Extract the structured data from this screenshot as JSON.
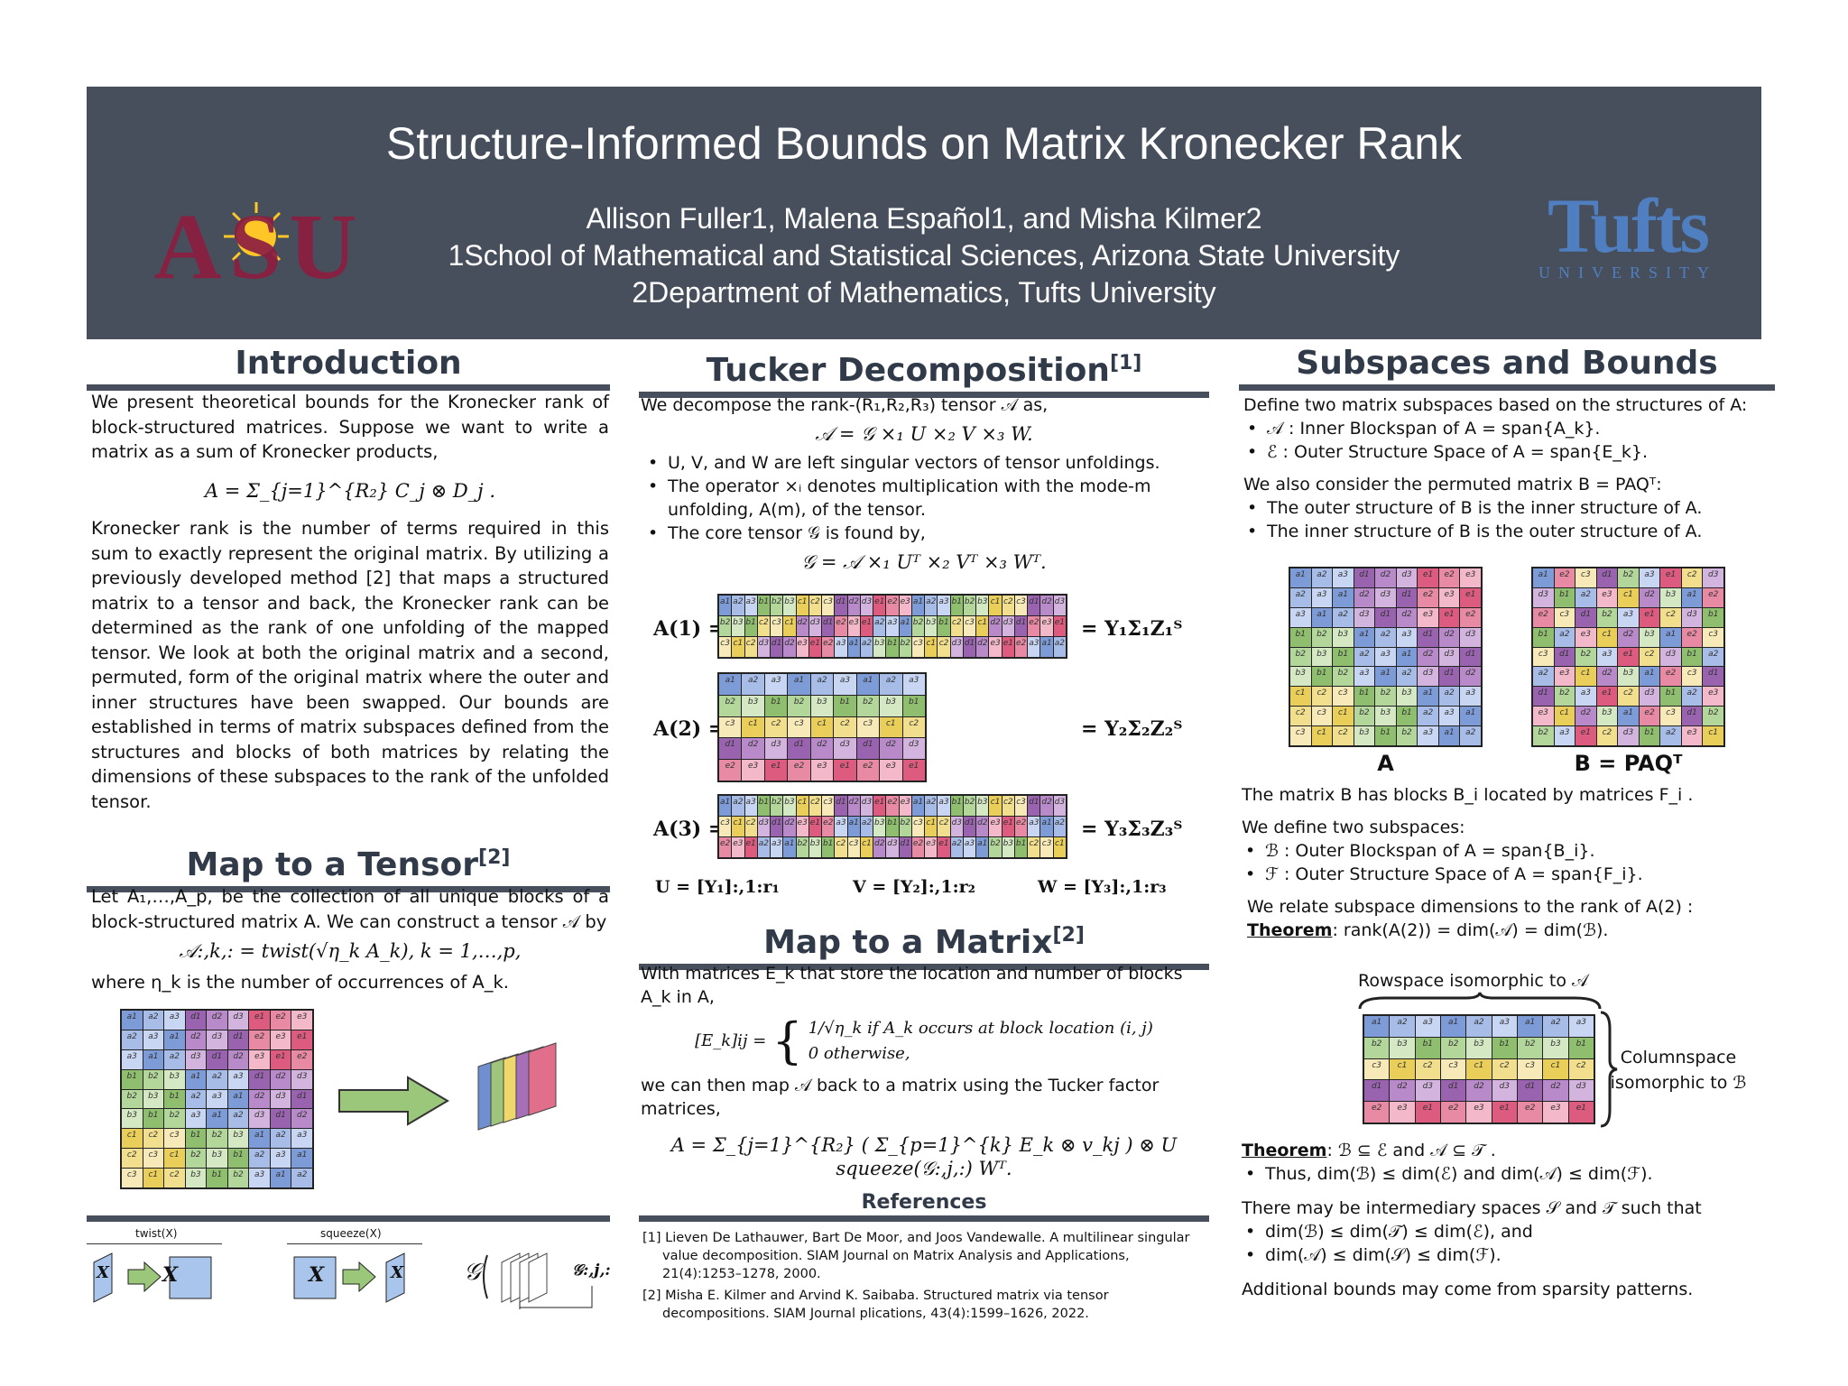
{
  "header": {
    "title": "Structure-Informed Bounds on Matrix Kronecker Rank",
    "authors": "Allison Fuller1, Malena Español1, and Misha Kilmer2",
    "affil1": "1School of Mathematical and Statistical Sciences, Arizona State University",
    "affil2": "2Department of Mathematics, Tufts University",
    "asu_logo_text": "ASU",
    "tufts_logo_text": "Tufts",
    "tufts_sub": "UNIVERSITY"
  },
  "introduction": {
    "heading": "Introduction",
    "p1": "We present theoretical bounds for the Kronecker rank of block-structured matrices. Suppose we want to write a matrix as a sum of Kronecker products,",
    "eq": "A = Σ_{j=1}^{R₂} C_j ⊗ D_j .",
    "p2": "Kronecker rank is the number of terms required in this sum to exactly represent the original matrix. By utilizing a previously developed method [2] that maps a structured matrix to a tensor and back, the Kronecker rank can be determined as the rank of one unfolding of the mapped tensor. We look at both the original matrix and a second, permuted, form of the original matrix where the outer and inner structures have been swapped. Our bounds are established in terms of matrix subspaces defined from the structures and blocks of both matrices by relating the dimensions of these subspaces to the rank of the unfolded tensor."
  },
  "map_tensor": {
    "heading": "Map to a Tensor",
    "ref": "[2]",
    "p1": "Let A₁,…,A_p, be the collection of all unique blocks of a block-structured matrix A. We can construct a tensor 𝒜 by",
    "eq": "𝒜:,k,: = twist(√η_k A_k),  k = 1,…,p,",
    "p2": "where η_k is the number of occurrences of A_k.",
    "twist_label": "twist(X)",
    "squeeze_label": "squeeze(X)",
    "x_label": "X",
    "g_label": "𝒢",
    "gj_label": "𝒢:,j,:"
  },
  "tucker": {
    "heading": "Tucker Decomposition",
    "ref": "[1]",
    "p1": "We decompose the rank-(R₁,R₂,R₃) tensor 𝒜 as,",
    "eq1": "𝒜 = 𝒢 ×₁ U ×₂ V ×₃ W.",
    "b1": "U, V, and W are left singular vectors of tensor unfoldings.",
    "b2": "The operator ×ᵢ denotes multiplication with the mode-m unfolding, A(m), of the tensor.",
    "b3": "The core tensor 𝒢 is found by,",
    "eq2": "𝒢 = 𝒜 ×₁ Uᵀ ×₂ Vᵀ ×₃ Wᵀ.",
    "a1": "A(1) =",
    "a2": "A(2) =",
    "a3": "A(3) =",
    "y1": "= Y₁Σ₁Z₁ᵀ",
    "y2": "= Y₂Σ₂Z₂ᵀ",
    "y3": "= Y₃Σ₃Z₃ᵀ",
    "u": "U = [Y₁]:,1:r₁",
    "v": "V = [Y₂]:,1:r₂",
    "w": "W = [Y₃]:,1:r₃"
  },
  "map_matrix": {
    "heading": "Map to a Matrix",
    "ref": "[2]",
    "p1": "With matrices E_k that store the location and number of blocks A_k in A,",
    "eq1a": "[E_k]ij =",
    "eq1b": "1/√η_k   if A_k occurs at block location (i, j)",
    "eq1c": "0          otherwise,",
    "p2": "we can then map 𝒜 back to a matrix using the Tucker factor matrices,",
    "eq2": "A = Σ_{j=1}^{R₂} ( Σ_{p=1}^{k} E_k ⊗ v_kj ) ⊗ U squeeze(𝒢:,j,:) Wᵀ."
  },
  "references": {
    "heading": "References",
    "r1": "[1] Lieven De Lathauwer, Bart De Moor, and Joos Vandewalle. A multilinear singular value decomposition. SIAM Journal on Matrix Analysis and Applications, 21(4):1253–1278, 2000.",
    "r2": "[2] Misha E. Kilmer and Arvind K. Saibaba. Structured matrix via tensor decompositions. SIAM Journal plications, 43(4):1599–1626, 2022."
  },
  "subspaces": {
    "heading": "Subspaces and Bounds",
    "p1": "Define two matrix subspaces based on the structures of A:",
    "b1": "𝒜 : Inner Blockspan of A = span{A_k}.",
    "b2": "ℰ : Outer Structure Space of A = span{E_k}.",
    "p2": "We also consider the permuted matrix B = PAQᵀ:",
    "b3": "The outer structure of B is the inner structure of A.",
    "b4": "The inner structure of B is the outer structure of A.",
    "capA": "A",
    "capB": "B = PAQᵀ",
    "p3": "The matrix B has blocks B_i located by matrices F_i .",
    "p4": "We define two subspaces:",
    "b5": "ℬ : Outer Blockspan of A = span{B_i}.",
    "b6": "ℱ : Outer Structure Space of A = span{F_i}.",
    "p5": "We relate subspace dimensions to the rank of A(2) :",
    "thm1_label": "Theorem",
    "thm1": ": rank(A(2)) = dim(𝒜) = dim(ℬ).",
    "rowspace": "Rowspace isomorphic to 𝒜",
    "colspace1": "Columnspace",
    "colspace2": "isomorphic to ℬ",
    "thm2_label": "Theorem",
    "thm2": ": ℬ ⊆ ℰ and 𝒜 ⊆ 𝒯 .",
    "b7": "Thus, dim(ℬ) ≤ dim(ℰ)   and   dim(𝒜) ≤ dim(ℱ).",
    "p6": "There may be intermediary spaces 𝒮 and 𝒯 such that",
    "b8": "dim(ℬ) ≤ dim(𝒯) ≤ dim(ℰ), and",
    "b9": "dim(𝒜) ≤ dim(𝒮) ≤ dim(ℱ).",
    "p7": "Additional bounds may come from sparsity patterns."
  },
  "colors": {
    "banner": "#474f5d",
    "asu": "#8c1d40",
    "asu_gold": "#ffc627",
    "tufts": "#4f7fc0",
    "arrow": "#9bc77a"
  }
}
